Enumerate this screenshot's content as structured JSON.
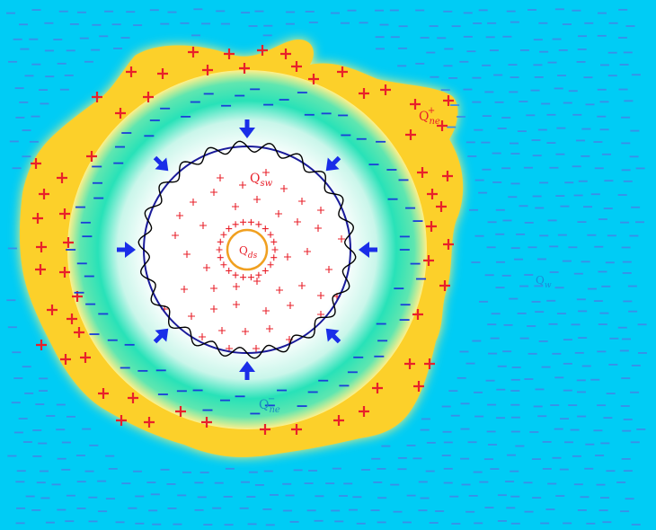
{
  "colors": {
    "water_bg": "#00ccf5",
    "outer_shell": "#fcd02a",
    "shell_glow": "#ffee70",
    "inner_ring": "#1ee0b4",
    "core": "#ffffff",
    "plus_sign": "#e8202a",
    "minus_sign_dark": "#1a3fd8",
    "minus_sign_water": "#3a8ee8",
    "arrow": "#1a2ee8",
    "dark_circle": "#1a1a9a",
    "wavy_line": "#000000",
    "small_circle": "#f0a020"
  },
  "labels": {
    "q_ne_plus": {
      "base": "Q",
      "sub": "ne",
      "sup": "+"
    },
    "q_sw": {
      "base": "Q",
      "sub": "sw"
    },
    "q_ds": {
      "base": "Q",
      "sub": "ds"
    },
    "q_ne_minus": {
      "base": "Q",
      "sub": "ne",
      "sup": "−"
    },
    "q_w": {
      "base": "Q",
      "sub": "w"
    }
  },
  "symbols": {
    "plus": "+",
    "minus": "−"
  },
  "icons": {
    "compression_arrow": "arrow-icon",
    "minus_dash": "minus-icon",
    "plus_sign": "plus-icon"
  }
}
